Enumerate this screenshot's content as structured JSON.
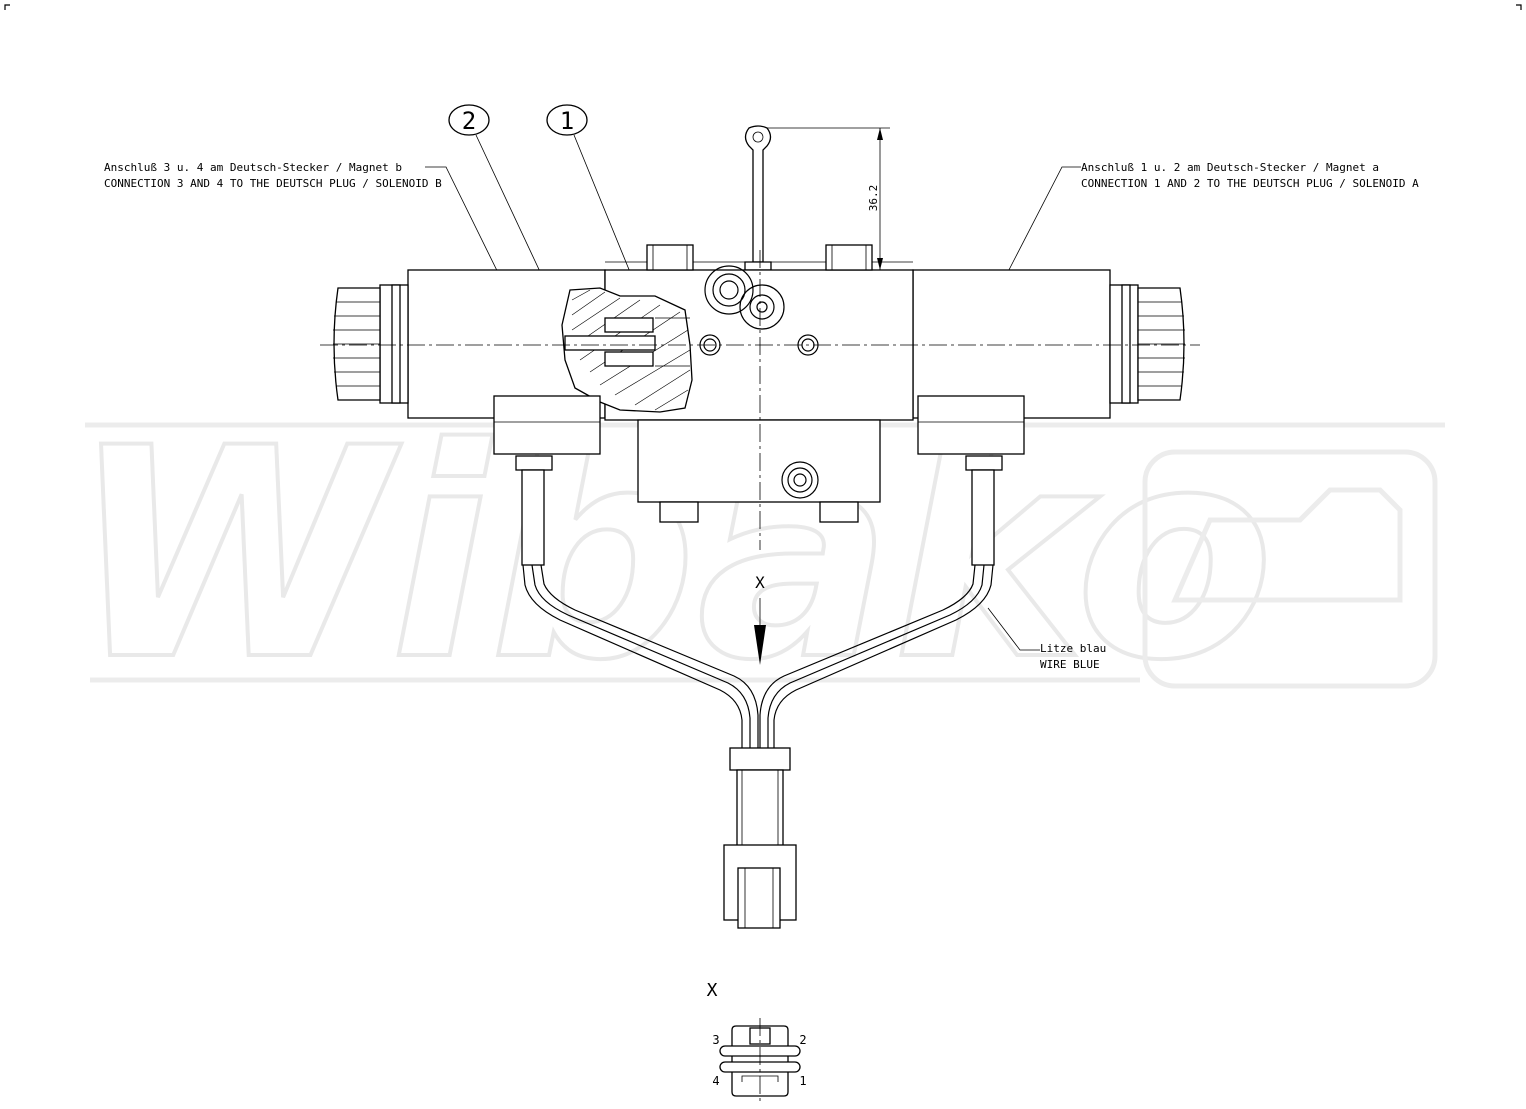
{
  "callouts": {
    "item1": "1",
    "item2": "2"
  },
  "labels": {
    "left_de": "Anschluß 3 u. 4 am Deutsch-Stecker / Magnet b",
    "left_en": "CONNECTION 3 AND 4 TO THE DEUTSCH PLUG / SOLENOID B",
    "right_de": "Anschluß 1 u. 2 am Deutsch-Stecker / Magnet a",
    "right_en": "CONNECTION 1 AND 2 TO THE DEUTSCH PLUG / SOLENOID A",
    "wire_de": "Litze blau",
    "wire_en": "WIRE BLUE"
  },
  "dimension": {
    "value": "36.2"
  },
  "view": {
    "marker": "X",
    "detail_title": "X"
  },
  "plug_pins": {
    "p1": "1",
    "p2": "2",
    "p3": "3",
    "p4": "4"
  },
  "watermark": {
    "text": "Wibako"
  }
}
